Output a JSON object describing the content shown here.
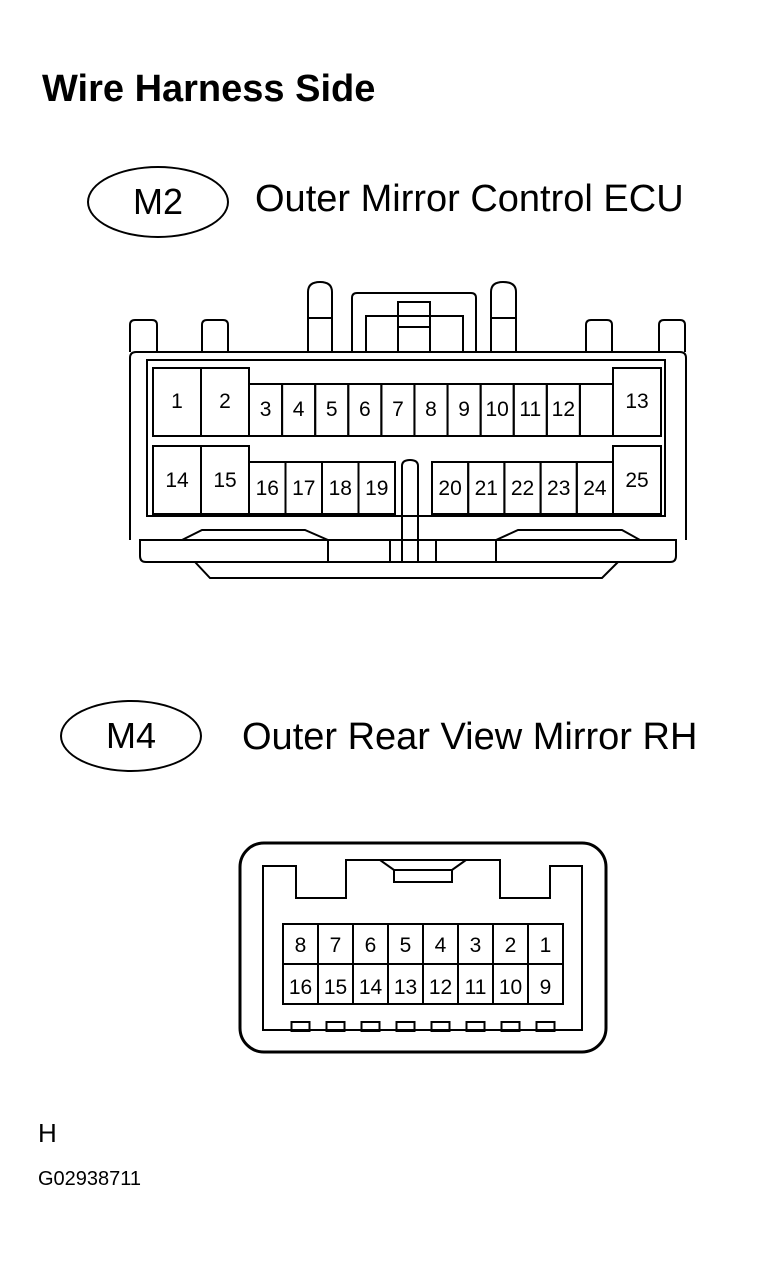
{
  "heading": "Wire Harness Side",
  "connectors": [
    {
      "code": "M2",
      "name": "Outer Mirror Control ECU",
      "row1": [
        "1",
        "2",
        "3",
        "4",
        "5",
        "6",
        "7",
        "8",
        "9",
        "10",
        "11",
        "12",
        "13"
      ],
      "row2": [
        "14",
        "15",
        "16",
        "17",
        "18",
        "19",
        "20",
        "21",
        "22",
        "23",
        "24",
        "25"
      ]
    },
    {
      "code": "M4",
      "name": "Outer Rear View Mirror RH",
      "row1": [
        "8",
        "7",
        "6",
        "5",
        "4",
        "3",
        "2",
        "1"
      ],
      "row2": [
        "16",
        "15",
        "14",
        "13",
        "12",
        "11",
        "10",
        "9"
      ]
    }
  ],
  "footer": {
    "letter": "H",
    "code": "G02938711"
  }
}
